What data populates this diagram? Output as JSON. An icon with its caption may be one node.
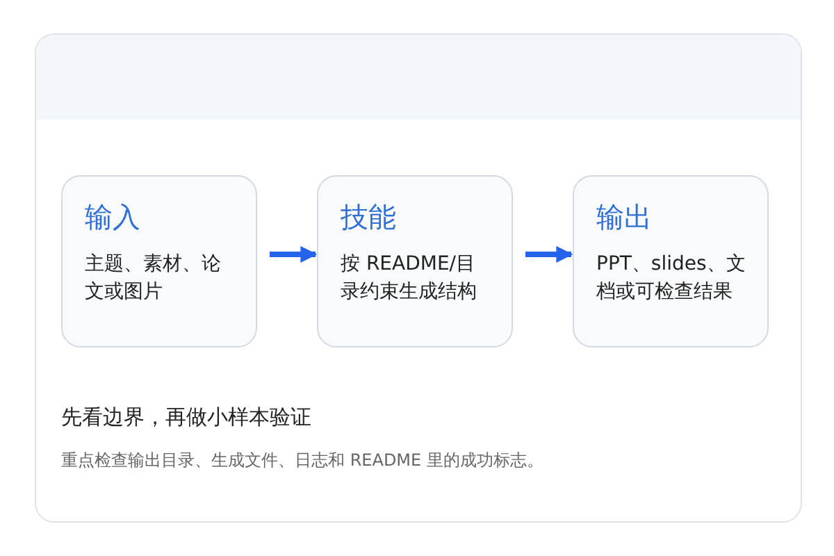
{
  "diagram": {
    "nodes": [
      {
        "text": [
          "输入",
          "主题、素材、论文或图片"
        ]
      },
      {
        "text": [
          "技能",
          "按 README/目录约束生成结构"
        ]
      },
      {
        "text": [
          "输出",
          "PPT、slides、文档或可检查结果"
        ]
      }
    ],
    "edges": [
      {
        "from": 0,
        "to": 1,
        "arrow": "to"
      },
      {
        "from": 1,
        "to": 2,
        "arrow": "to"
      }
    ],
    "labels": [
      "先看边界，再做小样本验证",
      "重点检查输出目录、生成文件、日志和 README 里的成功标志。"
    ]
  }
}
